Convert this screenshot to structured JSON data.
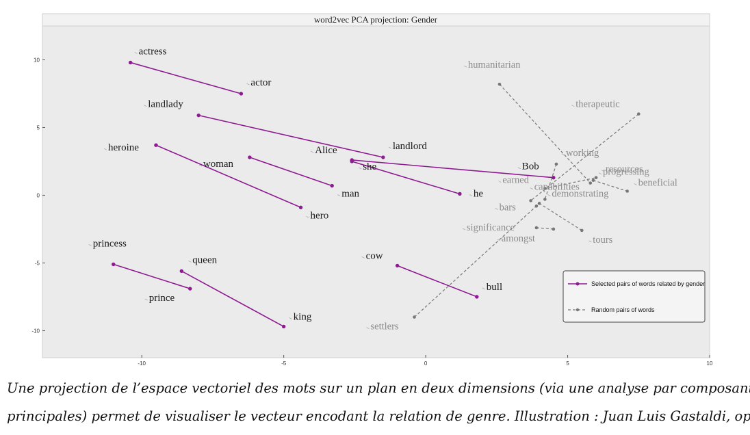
{
  "chart_data": {
    "type": "scatter",
    "title": "word2vec PCA projection: Gender",
    "xlabel": "",
    "ylabel": "",
    "xlim": [
      -13.5,
      10
    ],
    "ylim": [
      -12,
      12.5
    ],
    "xticks": [
      -10,
      -5,
      0,
      5,
      10
    ],
    "yticks": [
      10,
      5,
      0,
      -5,
      -10
    ],
    "grid": false,
    "legend_position": "bottom-right",
    "colors": {
      "gender": "#8e1a92",
      "random": "#777777",
      "background": "#ebebeb"
    },
    "series": [
      {
        "name": "Selected pairs of words related by gender",
        "style": "solid",
        "pairs": [
          {
            "a": {
              "word": "actress",
              "x": -10.4,
              "y": 9.8
            },
            "b": {
              "word": "actor",
              "x": -6.5,
              "y": 7.5
            }
          },
          {
            "a": {
              "word": "landlady",
              "x": -8.0,
              "y": 5.9
            },
            "b": {
              "word": "landlord",
              "x": -1.5,
              "y": 2.8
            }
          },
          {
            "a": {
              "word": "Alice",
              "x": -2.6,
              "y": 2.6
            },
            "b": {
              "word": "Bob",
              "x": 4.5,
              "y": 1.3
            }
          },
          {
            "a": {
              "word": "she",
              "x": -2.6,
              "y": 2.5
            },
            "b": {
              "word": "he",
              "x": 1.2,
              "y": 0.1
            }
          },
          {
            "a": {
              "word": "heroine",
              "x": -9.5,
              "y": 3.7
            },
            "b": {
              "word": "hero",
              "x": -4.4,
              "y": -0.9
            }
          },
          {
            "a": {
              "word": "woman",
              "x": -6.2,
              "y": 2.8
            },
            "b": {
              "word": "man",
              "x": -3.3,
              "y": 0.7
            }
          },
          {
            "a": {
              "word": "princess",
              "x": -11.0,
              "y": -5.1
            },
            "b": {
              "word": "prince",
              "x": -8.3,
              "y": -6.9
            }
          },
          {
            "a": {
              "word": "queen",
              "x": -8.6,
              "y": -5.6
            },
            "b": {
              "word": "king",
              "x": -5.0,
              "y": -9.7
            }
          },
          {
            "a": {
              "word": "cow",
              "x": -1.0,
              "y": -5.2
            },
            "b": {
              "word": "bull",
              "x": 1.8,
              "y": -7.5
            }
          }
        ]
      },
      {
        "name": "Random pairs of words",
        "style": "dashed",
        "pairs": [
          {
            "a": {
              "word": "humanitarian",
              "x": 2.6,
              "y": 8.2
            },
            "b": {
              "word": "capabilities",
              "x": 5.8,
              "y": 0.9
            }
          },
          {
            "a": {
              "word": "therapeutic",
              "x": 7.5,
              "y": 6.0
            },
            "b": {
              "word": "bars",
              "x": 3.7,
              "y": -0.4
            }
          },
          {
            "a": {
              "word": "working",
              "x": 4.6,
              "y": 2.3
            },
            "b": {
              "word": "demonstrating",
              "x": 4.2,
              "y": -0.3
            }
          },
          {
            "a": {
              "word": "earned",
              "x": 4.2,
              "y": 0.5
            },
            "b": {
              "word": "progressing",
              "x": 6.0,
              "y": 1.3
            }
          },
          {
            "a": {
              "word": "resources",
              "x": 5.9,
              "y": 1.1
            },
            "b": {
              "word": "beneficial",
              "x": 7.1,
              "y": 0.3
            }
          },
          {
            "a": {
              "word": "significance",
              "x": 3.9,
              "y": -2.4
            },
            "b": {
              "word": "amongst",
              "x": 4.5,
              "y": -2.5
            }
          },
          {
            "a": {
              "word": "tours",
              "x": 5.5,
              "y": -2.6
            },
            "b": {
              "word": "bars",
              "x": 4.0,
              "y": -0.6
            }
          },
          {
            "a": {
              "word": "settlers",
              "x": -0.4,
              "y": -9.0
            },
            "b": {
              "word": "demonstrating",
              "x": 3.9,
              "y": -0.8
            }
          }
        ]
      }
    ],
    "labels": [
      {
        "text": "actress",
        "x": -10.4,
        "y": 9.8,
        "dx": 12,
        "dy": -12,
        "type": "g"
      },
      {
        "text": "actor",
        "x": -6.5,
        "y": 7.5,
        "dx": 14,
        "dy": -12,
        "type": "g"
      },
      {
        "text": "landlady",
        "x": -8.0,
        "y": 5.9,
        "dx": -74,
        "dy": -12,
        "type": "g"
      },
      {
        "text": "landlord",
        "x": -1.5,
        "y": 2.8,
        "dx": 14,
        "dy": -12,
        "type": "g"
      },
      {
        "text": "Alice",
        "x": -2.6,
        "y": 2.6,
        "dx": -54,
        "dy": -10,
        "type": "g"
      },
      {
        "text": "she",
        "x": -2.6,
        "y": 2.5,
        "dx": 16,
        "dy": 12,
        "type": "g"
      },
      {
        "text": "Bob",
        "x": 4.5,
        "y": 1.3,
        "dx": -46,
        "dy": -12,
        "type": "g"
      },
      {
        "text": "he",
        "x": 1.2,
        "y": 0.1,
        "dx": 20,
        "dy": 4,
        "type": "g"
      },
      {
        "text": "heroine",
        "x": -9.5,
        "y": 3.7,
        "dx": -70,
        "dy": 8,
        "type": "g"
      },
      {
        "text": "hero",
        "x": -4.4,
        "y": -0.9,
        "dx": 14,
        "dy": 16,
        "type": "g"
      },
      {
        "text": "woman",
        "x": -6.2,
        "y": 2.8,
        "dx": -68,
        "dy": 14,
        "type": "g"
      },
      {
        "text": "man",
        "x": -3.3,
        "y": 0.7,
        "dx": 14,
        "dy": 16,
        "type": "g"
      },
      {
        "text": "princess",
        "x": -11.0,
        "y": -5.1,
        "dx": -30,
        "dy": -26,
        "type": "g"
      },
      {
        "text": "prince",
        "x": -8.3,
        "y": -6.9,
        "dx": -60,
        "dy": 18,
        "type": "g"
      },
      {
        "text": "queen",
        "x": -8.6,
        "y": -5.6,
        "dx": 16,
        "dy": -12,
        "type": "g"
      },
      {
        "text": "king",
        "x": -5.0,
        "y": -9.7,
        "dx": 14,
        "dy": -10,
        "type": "g"
      },
      {
        "text": "cow",
        "x": -1.0,
        "y": -5.2,
        "dx": -46,
        "dy": -10,
        "type": "g"
      },
      {
        "text": "bull",
        "x": 1.8,
        "y": -7.5,
        "dx": 14,
        "dy": -10,
        "type": "g"
      },
      {
        "text": "humanitarian",
        "x": 2.6,
        "y": 8.2,
        "dx": -46,
        "dy": -24,
        "type": "r"
      },
      {
        "text": "therapeutic",
        "x": 7.5,
        "y": 6.0,
        "dx": -92,
        "dy": -10,
        "type": "r"
      },
      {
        "text": "working",
        "x": 4.6,
        "y": 2.3,
        "dx": 14,
        "dy": -12,
        "type": "r"
      },
      {
        "text": "resources",
        "x": 5.9,
        "y": 1.1,
        "dx": 18,
        "dy": -12,
        "type": "r"
      },
      {
        "text": "earned",
        "x": 4.2,
        "y": 0.5,
        "dx": -62,
        "dy": -8,
        "type": "r"
      },
      {
        "text": "capabilities",
        "x": 5.8,
        "y": 0.9,
        "dx": -82,
        "dy": 10,
        "type": "r"
      },
      {
        "text": "progressing",
        "x": 6.0,
        "y": 1.3,
        "dx": 10,
        "dy": -4,
        "type": "r"
      },
      {
        "text": "beneficial",
        "x": 7.1,
        "y": 0.3,
        "dx": 16,
        "dy": -8,
        "type": "r"
      },
      {
        "text": "demonstrating",
        "x": 4.2,
        "y": -0.3,
        "dx": 10,
        "dy": -4,
        "type": "r"
      },
      {
        "text": "bars",
        "x": 3.7,
        "y": -0.4,
        "dx": -46,
        "dy": 14,
        "type": "r"
      },
      {
        "text": "significance",
        "x": 3.9,
        "y": -2.4,
        "dx": -102,
        "dy": 4,
        "type": "r"
      },
      {
        "text": "amongst",
        "x": 4.5,
        "y": -2.5,
        "dx": -76,
        "dy": 18,
        "type": "r"
      },
      {
        "text": "tours",
        "x": 5.5,
        "y": -2.6,
        "dx": 16,
        "dy": 18,
        "type": "r"
      },
      {
        "text": "settlers",
        "x": -0.4,
        "y": -9.0,
        "dx": -64,
        "dy": 18,
        "type": "r"
      }
    ]
  },
  "caption": {
    "line1": "Une projection de l’espace vectoriel des mots sur un plan en deux dimensions (via une analyse par composantes",
    "line2": "principales) permet de visualiser le vecteur encodant la relation de genre. Illustration : Juan Luis Gastaldi, op.cit."
  }
}
